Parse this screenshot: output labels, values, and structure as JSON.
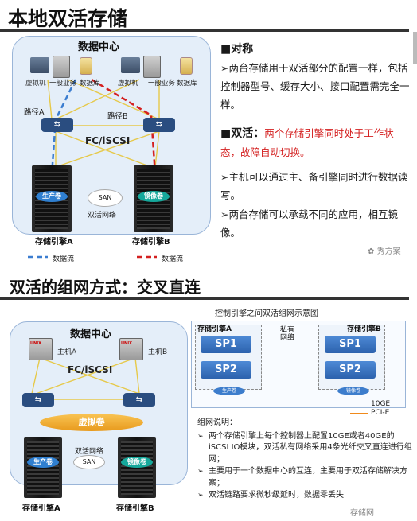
{
  "section1": {
    "title": "本地双活存储",
    "dc_title": "数据中心",
    "labels": {
      "vm1": "虚拟机",
      "biz1": "一般业务",
      "db1": "数据库",
      "vm2": "虚拟机",
      "biz2": "一般业务",
      "db2": "数据库",
      "pathA": "路径A",
      "pathB": "路径B",
      "fc": "FC/iSCSI",
      "san": "SAN",
      "dual_net": "双活网络",
      "vol_prod": "生产卷",
      "vol_mirror": "镜像卷",
      "engineA": "存储引擎A",
      "engineB": "存储引擎B",
      "flow1": "数据流",
      "flow2": "数据流"
    },
    "colors": {
      "blue_flow": "#3b7dd0",
      "red_flow": "#d42020"
    },
    "text": {
      "h1": "■对称",
      "p1": "➢两台存储用于双活部分的配置一样，包括控制器型号、缓存大小、接口配置需完全一样。",
      "h2": "■双活：",
      "h2_red": "两个存储引擎同时处于工作状态，故障自动切换。",
      "p2": "➢主机可以通过主、备引擎同时进行数据读写。",
      "p3": "➢两台存储可以承载不同的应用，相互镜像。"
    },
    "watermark": "秀方案"
  },
  "section2": {
    "title": "双活的组网方式：交叉直连",
    "dc_title": "数据中心",
    "labels": {
      "hostA": "主机A",
      "hostB": "主机B",
      "fc": "FC/iSCSI",
      "virtual_vol": "虚拟卷",
      "dual_net": "双活网络",
      "san": "SAN",
      "vol_prod": "生产卷",
      "vol_mirror": "镜像卷",
      "engineA": "存储引擎A",
      "engineB": "存储引擎B"
    },
    "ctrl": {
      "title": "控制引擎之间双活组网示意图",
      "engineA": "存储引擎A",
      "engineB": "存储引擎B",
      "private": "私有网络",
      "sp1a": "SP1",
      "sp2a": "SP2",
      "sp1b": "SP1",
      "sp2b": "SP2",
      "vol_a": "生产卷",
      "vol_b": "镜像卷",
      "leg_10ge": "10GE",
      "leg_pcie": "PCI-E"
    },
    "colors": {
      "ge10": "#22b04a",
      "pcie": "#f08a1c"
    },
    "notes_title": "组网说明：",
    "notes": [
      "两个存储引擎上每个控制器上配置10GE或者40GE的iSCSI IO模块，双活私有网络采用4条光纤交叉直连进行组网；",
      "主要用于一个数据中心的互连，主要用于双活存储解决方案；",
      "双活链路要求微秒级延时，数据零丢失"
    ],
    "watermark": "存储网"
  }
}
